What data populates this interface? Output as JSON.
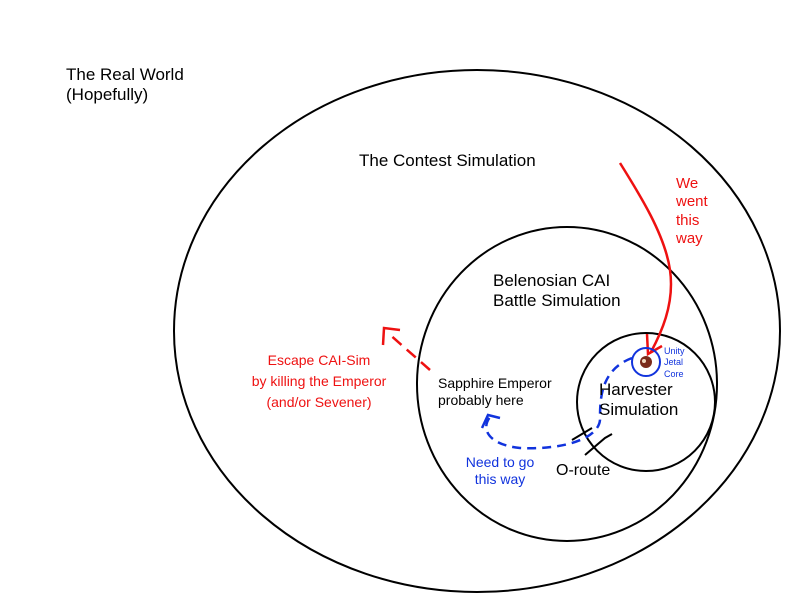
{
  "diagram": {
    "regions": [
      {
        "id": "real-world",
        "label_lines": [
          "The Real World",
          "(Hopefully)"
        ]
      },
      {
        "id": "contest",
        "label_lines": [
          "The Contest Simulation"
        ]
      },
      {
        "id": "belenosian",
        "label_lines": [
          "Belenosian CAI",
          "Battle Simulation"
        ]
      },
      {
        "id": "harvester",
        "label_lines": [
          "Harvester",
          "Simulation"
        ]
      }
    ],
    "annotations": {
      "we_went": [
        "We",
        "went",
        "this",
        "way"
      ],
      "escape": [
        "Escape CAI-Sim",
        "by killing the Emperor",
        "(and/or Sevener)"
      ],
      "emperor": [
        "Sapphire Emperor",
        "probably here"
      ],
      "need_to_go": [
        "Need to go",
        "this way"
      ],
      "oroute": "O-route",
      "core": [
        "Unity",
        "Jetal",
        "Core"
      ]
    },
    "colors": {
      "outline": "#000000",
      "past_route": "#ee1111",
      "future_route": "#1133dd"
    }
  }
}
